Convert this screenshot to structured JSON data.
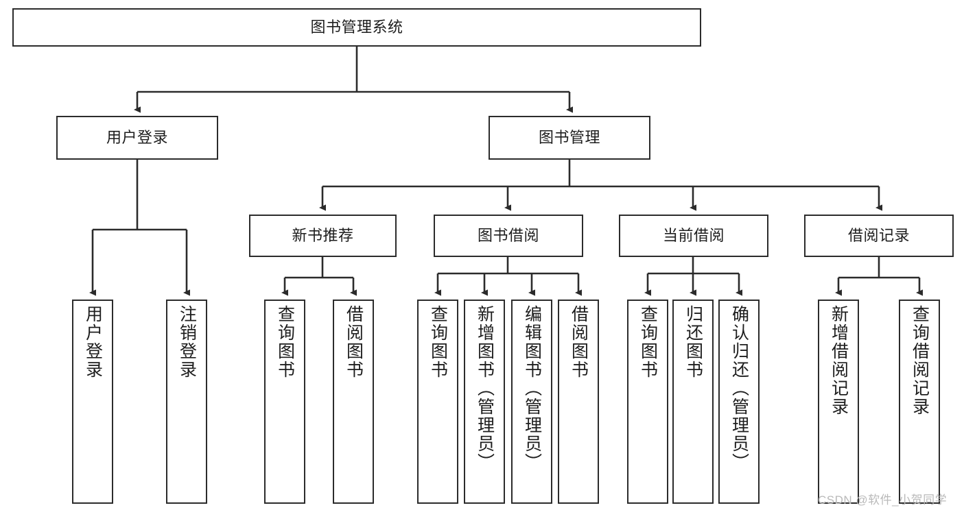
{
  "diagram": {
    "title": "图书管理系统",
    "watermark": "CSDN @软件_小贺同学",
    "stroke_color": "#2b2b2b",
    "fill_color": "#ffffff",
    "text_color": "#1d1d1d",
    "watermark_color": "#b9b9b9",
    "nodes": {
      "root": "图书管理系统",
      "level2": {
        "user_login": "用户登录",
        "book_manage": "图书管理"
      },
      "level3": {
        "new_book_recommend": "新书推荐",
        "book_borrow": "图书借阅",
        "current_borrow": "当前借阅",
        "borrow_record": "借阅记录"
      },
      "leaves": {
        "user_login_1": "用户登录",
        "user_login_2": "注销登录",
        "new_book_1": "查询图书",
        "new_book_2": "借阅图书",
        "book_borrow_1": "查询图书",
        "book_borrow_2": "新增图书（管理员）",
        "book_borrow_3": "编辑图书（管理员）",
        "book_borrow_4": "借阅图书",
        "current_borrow_1": "查询图书",
        "current_borrow_2": "归还图书",
        "current_borrow_3": "确认归还（管理员）",
        "borrow_record_1": "新增借阅记录",
        "borrow_record_2": "查询借阅记录"
      }
    }
  }
}
